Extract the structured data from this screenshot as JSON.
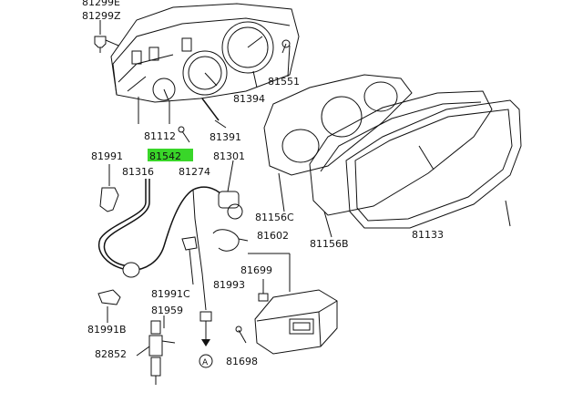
{
  "diagram": {
    "highlight_color": "#39d629",
    "part_labels": {
      "p81299E": "81299E",
      "p81299Z": "81299Z",
      "p81394": "81394",
      "p81551": "81551",
      "p81391": "81391",
      "p81112": "81112",
      "p81542": "81542",
      "p81991": "81991",
      "p81316": "81316",
      "p81274": "81274",
      "p81301": "81301",
      "p81156C": "81156C",
      "p81156B": "81156B",
      "p81133": "81133",
      "p81602": "81602",
      "p81699": "81699",
      "p81993": "81993",
      "p81991C": "81991C",
      "p81959": "81959",
      "p81991B": "81991B",
      "p82852": "82852",
      "p81698": "81698"
    },
    "reference_marker": "A",
    "highlighted_part": "81542"
  }
}
